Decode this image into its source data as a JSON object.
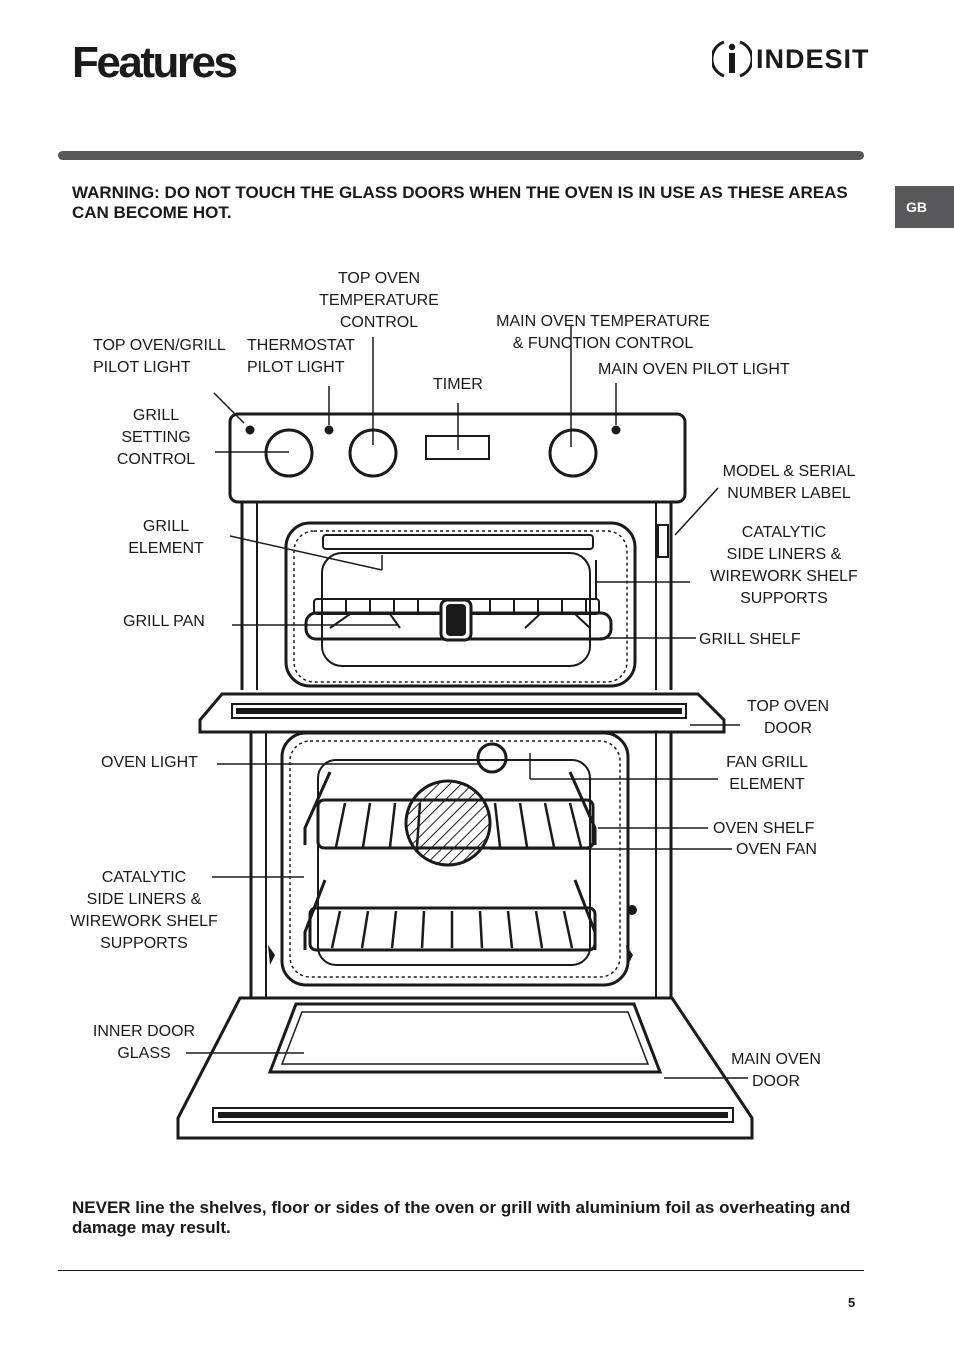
{
  "header": {
    "title": "Features",
    "brand": "INDESIT"
  },
  "language_tab": "GB",
  "warning": "WARNING: DO NOT TOUCH THE GLASS DOORS WHEN THE OVEN IS IN USE AS THESE AREAS CAN BECOME HOT.",
  "labels": {
    "top_oven_temp_control": "TOP OVEN\nTEMPERATURE\nCONTROL",
    "main_oven_temp_control": "MAIN OVEN TEMPERATURE\n& FUNCTION CONTROL",
    "top_oven_grill_pilot": "TOP OVEN/GRILL\nPILOT LIGHT",
    "thermostat_pilot": "THERMOSTAT\nPILOT LIGHT",
    "main_oven_pilot": "MAIN OVEN PILOT LIGHT",
    "timer": "TIMER",
    "grill_setting_control": "GRILL\nSETTING\nCONTROL",
    "model_serial": "MODEL & SERIAL\nNUMBER LABEL",
    "grill_element": "GRILL\nELEMENT",
    "catalytic_top": "CATALYTIC\nSIDE LINERS &\nWIREWORK SHELF\nSUPPORTS",
    "grill_pan": "GRILL PAN",
    "grill_shelf": "GRILL SHELF",
    "top_oven_door": "TOP OVEN\nDOOR",
    "oven_light": "OVEN LIGHT",
    "fan_grill_element": "FAN GRILL\nELEMENT",
    "oven_shelf": "OVEN SHELF",
    "oven_fan": "OVEN FAN",
    "catalytic_main": "CATALYTIC\nSIDE LINERS &\nWIREWORK SHELF\nSUPPORTS",
    "inner_door_glass": "INNER DOOR\nGLASS",
    "main_oven_door": "MAIN OVEN\nDOOR"
  },
  "notice": "NEVER line the shelves, floor or sides of the oven or grill with aluminium foil as overheating and damage may result.",
  "page_number": "5",
  "colors": {
    "bar": "#58585a",
    "text": "#1a1a1a"
  }
}
